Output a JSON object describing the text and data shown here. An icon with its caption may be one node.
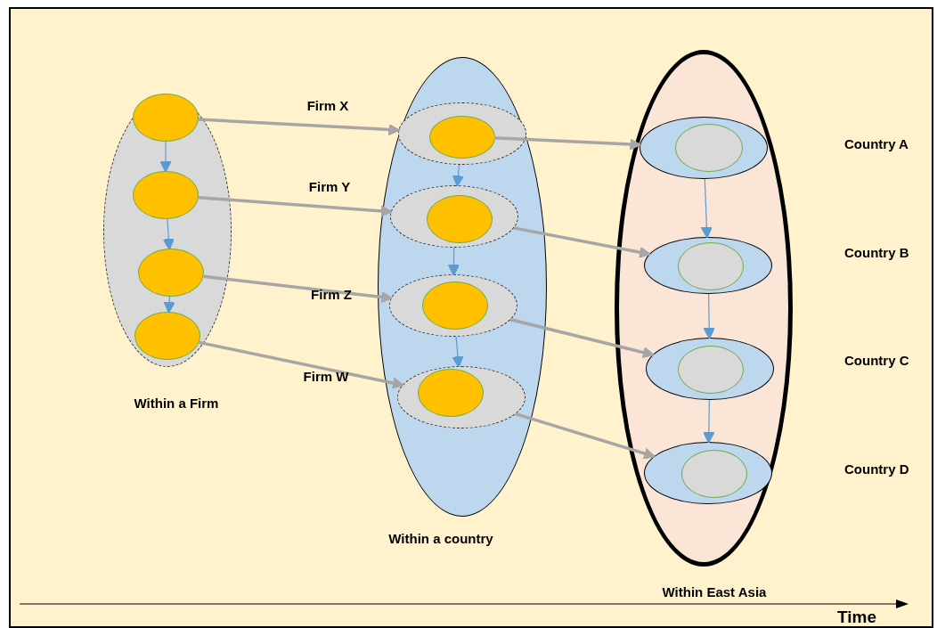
{
  "diagram": {
    "nodes": [
      {
        "text": [
          "Within a Firm"
        ]
      },
      {
        "text": [],
        "shape": "ellipse",
        "in": 0
      },
      {
        "text": [],
        "shape": "ellipse",
        "in": 0
      },
      {
        "text": [],
        "shape": "ellipse",
        "in": 0
      },
      {
        "text": [],
        "shape": "ellipse",
        "in": 0
      },
      {
        "text": [
          "Within a country"
        ]
      },
      {
        "text": [],
        "shape": "ellipse",
        "in": 5,
        "beside": [
          "Firm X"
        ]
      },
      {
        "text": [],
        "shape": "ellipse",
        "in": 5,
        "beside": [
          "Firm Y"
        ]
      },
      {
        "text": [],
        "shape": "ellipse",
        "in": 5,
        "beside": [
          "Firm Z"
        ]
      },
      {
        "text": [],
        "shape": "ellipse",
        "in": 5,
        "beside": [
          "Firm W"
        ]
      },
      {
        "text": [],
        "shape": "ellipse",
        "in": 6
      },
      {
        "text": [],
        "shape": "ellipse",
        "in": 7
      },
      {
        "text": [],
        "shape": "ellipse",
        "in": 8
      },
      {
        "text": [],
        "shape": "ellipse",
        "in": 9
      },
      {
        "text": [
          "Within East Asia"
        ]
      },
      {
        "text": [],
        "shape": "ellipse",
        "in": 14
      },
      {
        "text": [],
        "shape": "ellipse",
        "in": 14
      },
      {
        "text": [],
        "shape": "ellipse",
        "in": 14
      },
      {
        "text": [],
        "shape": "ellipse",
        "in": 14
      },
      {
        "text": [],
        "shape": "ellipse",
        "in": 15
      },
      {
        "text": [],
        "shape": "ellipse",
        "in": 16
      },
      {
        "text": [],
        "shape": "ellipse",
        "in": 17
      },
      {
        "text": [],
        "shape": "ellipse",
        "in": 18
      }
    ],
    "edges": [
      {
        "from": 1,
        "to": 2,
        "arrow": "to"
      },
      {
        "from": 2,
        "to": 3,
        "arrow": "to"
      },
      {
        "from": 3,
        "to": 4,
        "arrow": "to"
      },
      {
        "from": 1,
        "to": 6,
        "arrow": "to",
        "color": "#a6a6a6",
        "style": "thick"
      },
      {
        "from": 2,
        "to": 7,
        "arrow": "to",
        "color": "#a6a6a6",
        "style": "thick"
      },
      {
        "from": 3,
        "to": 8,
        "arrow": "to",
        "color": "#a6a6a6",
        "style": "thick"
      },
      {
        "from": 4,
        "to": 9,
        "arrow": "to",
        "color": "#a6a6a6",
        "style": "thick"
      },
      {
        "from": 6,
        "to": 7,
        "arrow": "to"
      },
      {
        "from": 7,
        "to": 8,
        "arrow": "to"
      },
      {
        "from": 8,
        "to": 9,
        "arrow": "to"
      },
      {
        "from": 10,
        "to": 15,
        "arrow": "to",
        "color": "#a6a6a6",
        "style": "thick"
      },
      {
        "from": 7,
        "to": 16,
        "arrow": "to",
        "color": "#a6a6a6",
        "style": "thick"
      },
      {
        "from": 8,
        "to": 17,
        "arrow": "to",
        "color": "#a6a6a6",
        "style": "thick"
      },
      {
        "from": 9,
        "to": 18,
        "arrow": "to",
        "color": "#a6a6a6",
        "style": "thick"
      },
      {
        "from": 15,
        "to": 16,
        "arrow": "to"
      },
      {
        "from": 16,
        "to": 17,
        "arrow": "to"
      },
      {
        "from": 17,
        "to": 18,
        "arrow": "to"
      }
    ],
    "labels": [
      "Country A",
      "Country B",
      "Country C",
      "Country D",
      "Time"
    ]
  }
}
